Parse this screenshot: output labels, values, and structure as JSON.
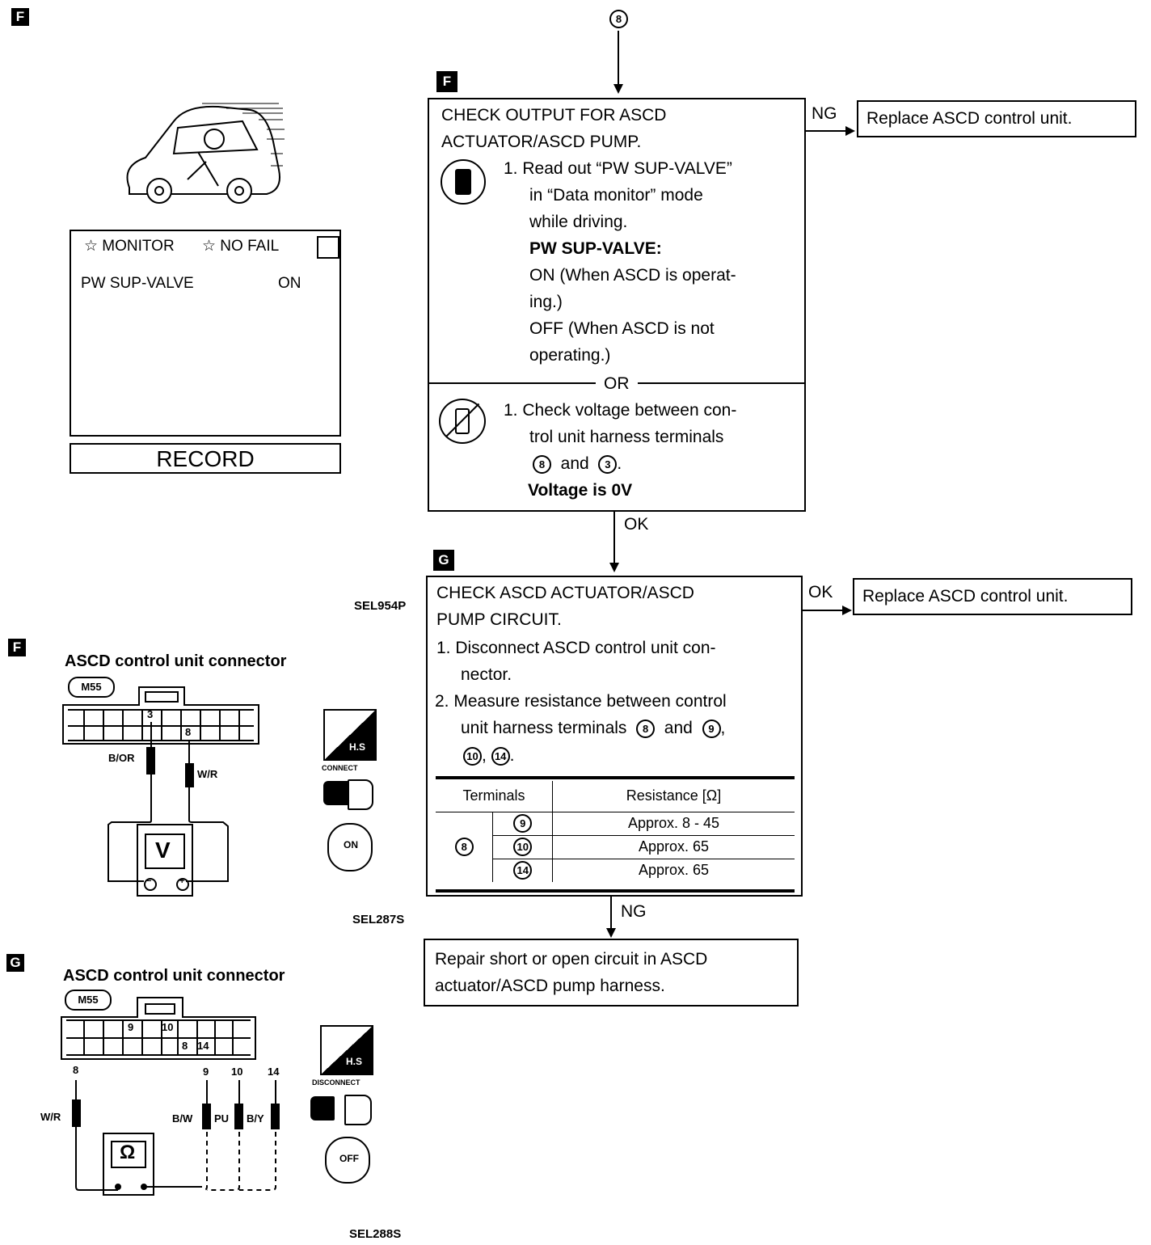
{
  "section_f": {
    "tag": "F",
    "monitor": {
      "header_left": "☆ MONITOR",
      "header_right": "☆ NO FAIL",
      "item_name": "PW SUP-VALVE",
      "item_value": "ON",
      "record_button": "RECORD"
    },
    "figure_code": "SEL954P",
    "connector_title": "ASCD control unit connector",
    "connector_id": "M55",
    "pin_labels": [
      "3",
      "8"
    ],
    "wire_labels": [
      "B/OR",
      "W/R"
    ],
    "meter_symbol": "V",
    "meter_minus": "−",
    "meter_plus": "+",
    "icon_labels": [
      "H.S",
      "CONNECT",
      "ON"
    ],
    "figure_code_2": "SEL287S"
  },
  "section_g": {
    "tag": "G",
    "connector_title": "ASCD control unit connector",
    "connector_id": "M55",
    "pin_labels_top": [
      "9",
      "10"
    ],
    "pin_labels_bottom": [
      "8",
      "14"
    ],
    "probe_labels": [
      "8",
      "9",
      "10",
      "14"
    ],
    "wire_labels": [
      "W/R",
      "B/W",
      "PU",
      "B/Y"
    ],
    "meter_symbol": "Ω",
    "icon_labels": [
      "H.S",
      "DISCONNECT",
      "OFF"
    ],
    "figure_code": "SEL288S"
  },
  "flow": {
    "entry_marker": "8",
    "step_f": {
      "tag": "F",
      "title_1": "CHECK OUTPUT FOR ASCD",
      "title_2": "ACTUATOR/ASCD PUMP.",
      "consult_lines": [
        "1.  Read out “PW SUP-VALVE”",
        "in “Data monitor” mode",
        "while driving."
      ],
      "spec_heading": "PW SUP-VALVE:",
      "spec_lines": [
        "ON (When ASCD is operat-",
        "ing.)",
        "OFF (When ASCD is not",
        "operating.)"
      ],
      "or_label": "OR",
      "alt_lines": [
        "1.  Check voltage between con-",
        "trol unit harness terminals"
      ],
      "alt_terminal_a": "8",
      "alt_and": "and",
      "alt_terminal_b": "3",
      "alt_result": "Voltage is 0V",
      "ng_label": "NG",
      "ng_result": "Replace ASCD control unit.",
      "ok_label": "OK"
    },
    "step_g": {
      "tag": "G",
      "title_1": "CHECK ASCD ACTUATOR/ASCD",
      "title_2": "PUMP CIRCUIT.",
      "lines": [
        "1.  Disconnect ASCD control unit con-",
        "nector.",
        "2.  Measure resistance between control",
        "unit harness terminals"
      ],
      "terminals_inline": [
        "8",
        "9",
        "10",
        "14"
      ],
      "and_word": "and",
      "table": {
        "headers": [
          "Terminals",
          "Resistance [Ω]"
        ],
        "from_terminal": "8",
        "rows": [
          {
            "to": "9",
            "value": "Approx. 8 - 45"
          },
          {
            "to": "10",
            "value": "Approx. 65"
          },
          {
            "to": "14",
            "value": "Approx. 65"
          }
        ]
      },
      "ok_label": "OK",
      "ok_result": "Replace ASCD control unit.",
      "ng_label": "NG",
      "ng_result_1": "Repair short or open circuit in ASCD",
      "ng_result_2": "actuator/ASCD pump harness."
    }
  }
}
